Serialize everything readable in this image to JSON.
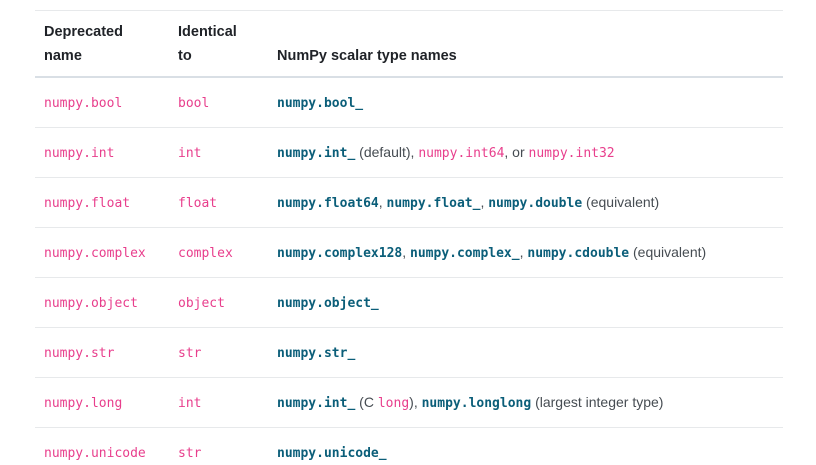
{
  "table": {
    "headers": [
      "Deprecated name",
      "Identical to",
      "NumPy scalar type names"
    ],
    "rows": [
      {
        "deprecated_name": "numpy.bool",
        "identical_to": "bool",
        "scalar_segments": [
          {
            "kind": "link",
            "text": "numpy.bool_"
          }
        ]
      },
      {
        "deprecated_name": "numpy.int",
        "identical_to": "int",
        "scalar_segments": [
          {
            "kind": "link",
            "text": "numpy.int_"
          },
          {
            "kind": "text",
            "text": " (default), "
          },
          {
            "kind": "code",
            "text": "numpy.int64"
          },
          {
            "kind": "text",
            "text": ", or "
          },
          {
            "kind": "code",
            "text": "numpy.int32"
          }
        ]
      },
      {
        "deprecated_name": "numpy.float",
        "identical_to": "float",
        "scalar_segments": [
          {
            "kind": "link",
            "text": "numpy.float64"
          },
          {
            "kind": "text",
            "text": ", "
          },
          {
            "kind": "link",
            "text": "numpy.float_"
          },
          {
            "kind": "text",
            "text": ", "
          },
          {
            "kind": "link",
            "text": "numpy.double"
          },
          {
            "kind": "text",
            "text": " (equivalent)"
          }
        ]
      },
      {
        "deprecated_name": "numpy.complex",
        "identical_to": "complex",
        "scalar_segments": [
          {
            "kind": "link",
            "text": "numpy.complex128"
          },
          {
            "kind": "text",
            "text": ", "
          },
          {
            "kind": "link",
            "text": "numpy.complex_"
          },
          {
            "kind": "text",
            "text": ", "
          },
          {
            "kind": "link",
            "text": "numpy.cdouble"
          },
          {
            "kind": "text",
            "text": " (equivalent)"
          }
        ]
      },
      {
        "deprecated_name": "numpy.object",
        "identical_to": "object",
        "scalar_segments": [
          {
            "kind": "link",
            "text": "numpy.object_"
          }
        ]
      },
      {
        "deprecated_name": "numpy.str",
        "identical_to": "str",
        "scalar_segments": [
          {
            "kind": "link",
            "text": "numpy.str_"
          }
        ]
      },
      {
        "deprecated_name": "numpy.long",
        "identical_to": "int",
        "scalar_segments": [
          {
            "kind": "link",
            "text": "numpy.int_"
          },
          {
            "kind": "text",
            "text": " (C "
          },
          {
            "kind": "code",
            "text": "long"
          },
          {
            "kind": "text",
            "text": "), "
          },
          {
            "kind": "link",
            "text": "numpy.longlong"
          },
          {
            "kind": "text",
            "text": " (largest integer type)"
          }
        ]
      },
      {
        "deprecated_name": "numpy.unicode",
        "identical_to": "str",
        "scalar_segments": [
          {
            "kind": "link",
            "text": "numpy.unicode_"
          }
        ]
      }
    ]
  },
  "colors": {
    "code_pink": "#e83e8c",
    "code_link_teal": "#0b5e79",
    "header_text": "#1f2227",
    "body_text": "#464c52",
    "row_border": "#e7e9eb",
    "header_border": "#d9dfe5"
  }
}
